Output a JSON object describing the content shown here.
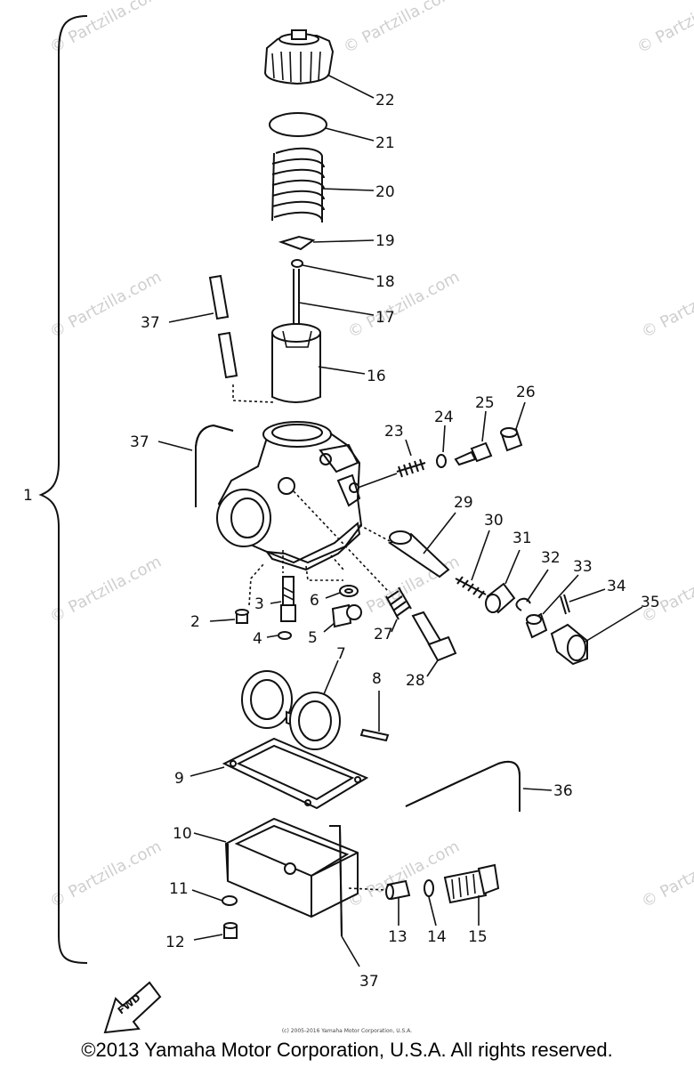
{
  "diagram": {
    "watermark": "© Partzilla.com",
    "assembly_callout": "1",
    "fwd_label": "FWD",
    "callouts": [
      "2",
      "3",
      "4",
      "5",
      "6",
      "7",
      "8",
      "9",
      "10",
      "11",
      "12",
      "13",
      "14",
      "15",
      "16",
      "17",
      "18",
      "19",
      "20",
      "21",
      "22",
      "23",
      "24",
      "25",
      "26",
      "27",
      "28",
      "29",
      "30",
      "31",
      "32",
      "33",
      "34",
      "35",
      "36",
      "37"
    ]
  },
  "footer": {
    "small_copyright": "(c) 2005-2016 Yamaha Motor Corporation, U.S.A.",
    "copyright": "©2013 Yamaha Motor Corporation, U.S.A. All rights reserved."
  }
}
